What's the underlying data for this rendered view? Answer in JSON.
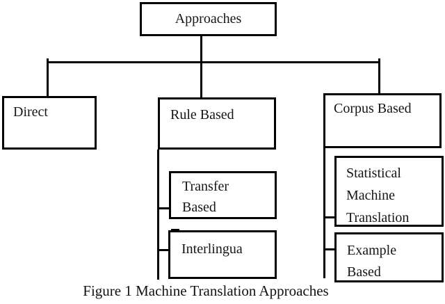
{
  "caption": "Figure 1 Machine Translation Approaches",
  "colors": {
    "line": "#000000",
    "background": "#ffffff",
    "text": "#161616"
  },
  "hierarchy": {
    "label": "Approaches",
    "children": [
      {
        "label": "Direct",
        "children": []
      },
      {
        "label": "Rule Based",
        "children": [
          {
            "label": "Transfer Based"
          },
          {
            "label": "Interlingua"
          }
        ]
      },
      {
        "label": "Corpus Based",
        "children": [
          {
            "label": "Statistical Machine Translation"
          },
          {
            "label": "Example Based"
          }
        ]
      }
    ]
  },
  "nodes": {
    "approaches": {
      "label": "Approaches",
      "lines": [
        "Approaches"
      ]
    },
    "direct": {
      "label": "Direct",
      "lines": [
        "Direct"
      ]
    },
    "rule_based": {
      "label": "Rule Based",
      "lines": [
        "Rule Based"
      ]
    },
    "corpus_based": {
      "label": "Corpus Based",
      "lines": [
        "Corpus Based"
      ]
    },
    "transfer_based": {
      "label": "Transfer Based",
      "lines": [
        "Transfer",
        "Based"
      ]
    },
    "interlingua": {
      "label": "Interlingua",
      "lines": [
        "Interlingua"
      ]
    },
    "statistical_machine_translation": {
      "label": "Statistical Machine Translation",
      "lines": [
        "Statistical",
        "Machine",
        "Translation"
      ]
    },
    "example_based": {
      "label": "Example Based",
      "lines": [
        "Example",
        "Based"
      ]
    }
  }
}
